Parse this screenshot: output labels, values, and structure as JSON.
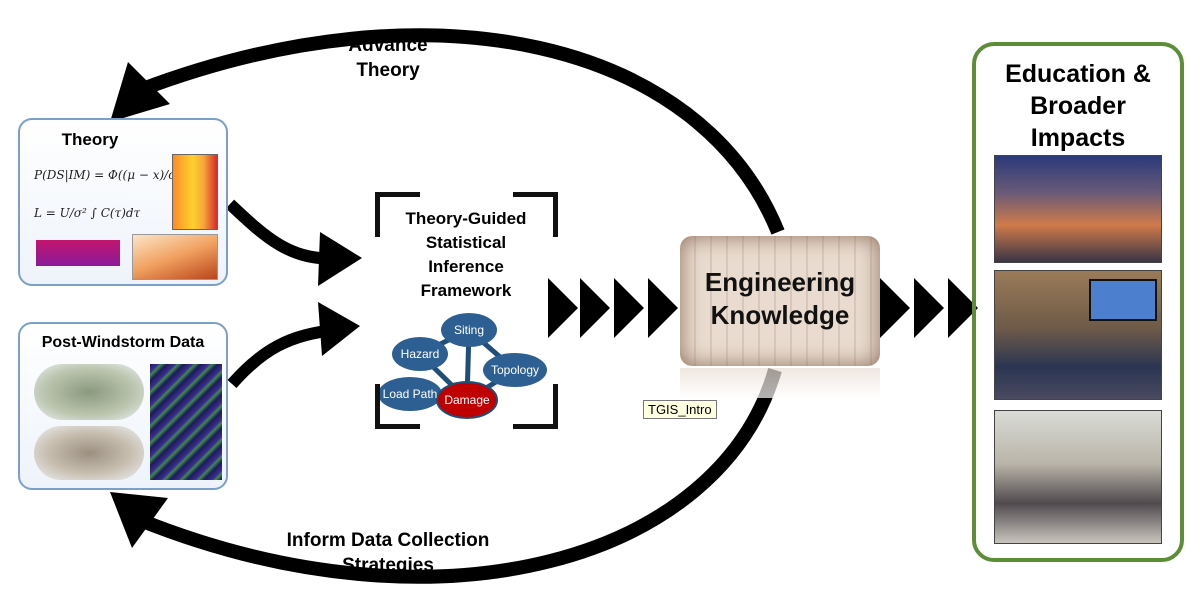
{
  "arrows": {
    "top": {
      "label": "Advance\nTheory"
    },
    "bottom": {
      "label": "Inform Data Collection\nStrategies"
    }
  },
  "theory": {
    "title": "Theory",
    "equation_1": "P(DS|IM) = Φ((μ − x)/σ)",
    "equation_2": "L = U/σ² ∫ C(τ)dτ"
  },
  "post_windstorm": {
    "title": "Post-Windstorm Data"
  },
  "framework": {
    "title": "Theory-Guided\nStatistical\nInference\nFramework",
    "nodes": [
      "Siting",
      "Hazard",
      "Topology",
      "Load Path",
      "Damage"
    ]
  },
  "knowledge": {
    "title": "Engineering\nKnowledge"
  },
  "tooltip": {
    "text": "TGIS_Intro"
  },
  "education": {
    "title": "Education &\nBroader\nImpacts"
  },
  "colors": {
    "box_border": "#7aa0c8",
    "node_fill": "#2e5f92",
    "node_highlight": "#c00000",
    "edu_border": "#5e8d37",
    "arrow": "#000000"
  }
}
